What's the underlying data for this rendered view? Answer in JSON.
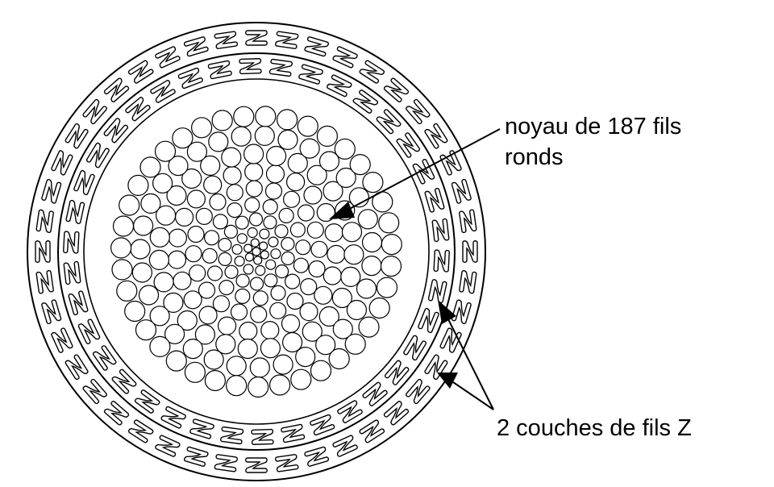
{
  "labels": {
    "core_line1": "noyau de 187 fils",
    "core_line2": "ronds",
    "layers": "2 couches de fils Z"
  },
  "cable": {
    "round_wire_count": 187,
    "z_wire_layer_count": 2
  },
  "colors": {
    "line": "#000000",
    "background": "#ffffff"
  }
}
